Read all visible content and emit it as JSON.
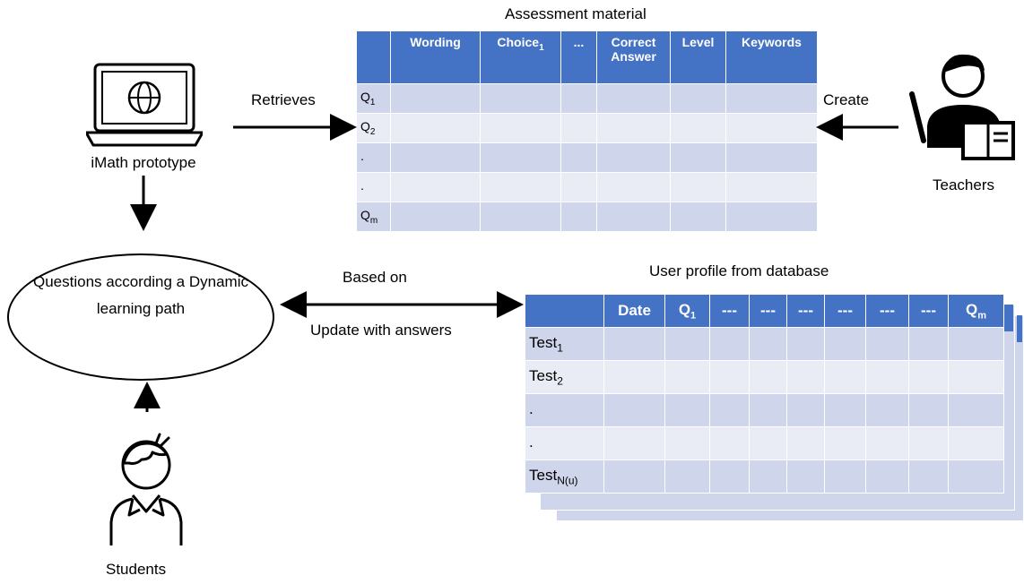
{
  "assessment": {
    "title": "Assessment material",
    "columns": [
      "",
      "Wording",
      "Choice",
      "...",
      "Correct Answer",
      "Level",
      "Keywords"
    ],
    "choice_sub": "1",
    "rows": [
      {
        "label": "Q",
        "sub": "1"
      },
      {
        "label": "Q",
        "sub": "2"
      },
      {
        "label": ".",
        "sub": ""
      },
      {
        "label": ".",
        "sub": ""
      },
      {
        "label": "Q",
        "sub": "m"
      }
    ]
  },
  "profile": {
    "title": "User profile from database",
    "columns": [
      "",
      "Date",
      "Q",
      "---",
      "---",
      "---",
      "---",
      "---",
      "---",
      "Q"
    ],
    "q_first_sub": "1",
    "q_last_sub": "m",
    "rows": [
      {
        "label": "Test",
        "sub": "1"
      },
      {
        "label": "Test",
        "sub": "2"
      },
      {
        "label": ".",
        "sub": ""
      },
      {
        "label": ".",
        "sub": ""
      },
      {
        "label": "Test",
        "sub": "N(u)"
      }
    ]
  },
  "labels": {
    "prototype": "iMath prototype",
    "retrieves": "Retrieves",
    "create": "Create",
    "teachers": "Teachers",
    "students": "Students",
    "based_on": "Based on",
    "update": "Update with answers",
    "ellipse_text": "Questions according a Dynamic learning path"
  },
  "icons": {
    "laptop": "laptop-globe-icon",
    "teacher": "teacher-icon",
    "student": "student-icon"
  },
  "colors": {
    "header": "#4472c4",
    "row_dark": "#cfd5ea",
    "row_light": "#e9ebf5"
  }
}
